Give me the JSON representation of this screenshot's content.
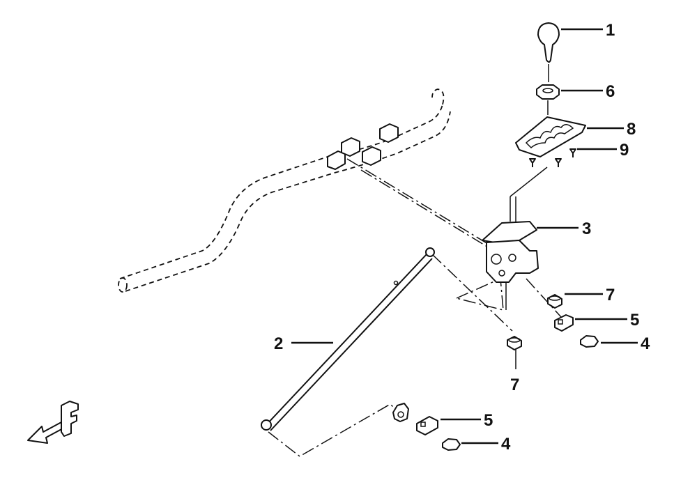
{
  "callouts": [
    {
      "id": "c1",
      "label": "1"
    },
    {
      "id": "c2",
      "label": "2"
    },
    {
      "id": "c3",
      "label": "3"
    },
    {
      "id": "c4a",
      "label": "4"
    },
    {
      "id": "c4b",
      "label": "4"
    },
    {
      "id": "c5a",
      "label": "5"
    },
    {
      "id": "c5b",
      "label": "5"
    },
    {
      "id": "c6",
      "label": "6"
    },
    {
      "id": "c7a",
      "label": "7"
    },
    {
      "id": "c7b",
      "label": "7"
    },
    {
      "id": "c8",
      "label": "8"
    },
    {
      "id": "c9",
      "label": "9"
    }
  ],
  "direction_marker": {
    "letter": "F"
  }
}
